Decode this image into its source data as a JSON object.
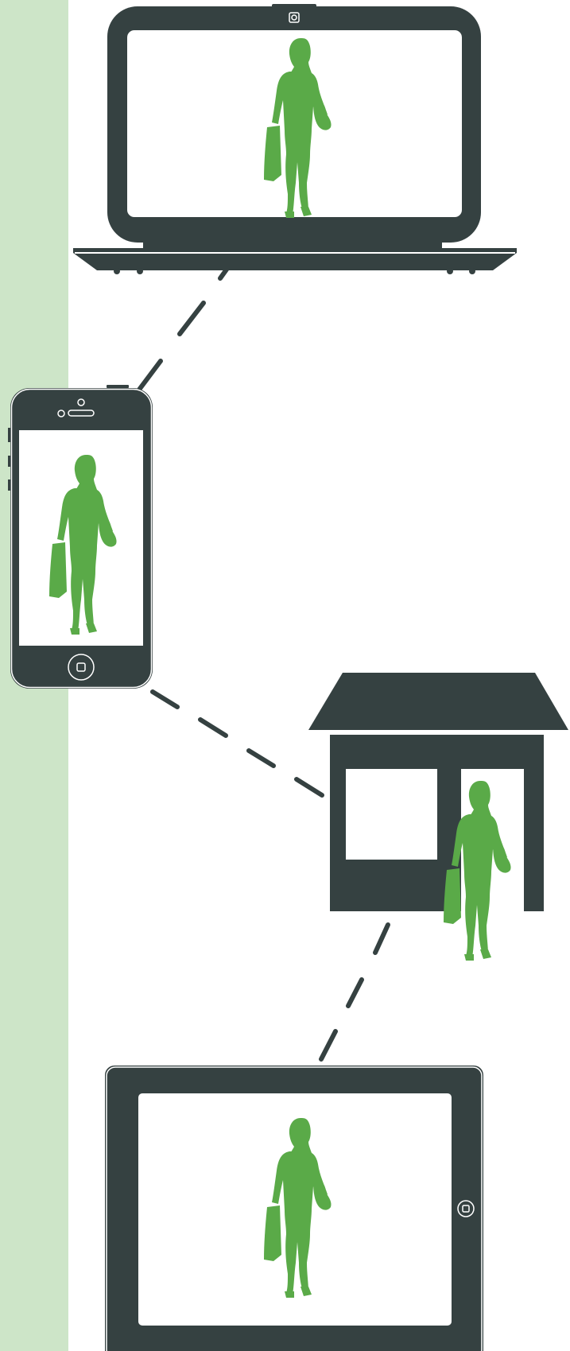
{
  "diagram": {
    "description_visible_text": "",
    "colors": {
      "device_dark": "#354141",
      "accent_green": "#5aaa48",
      "left_band": "#cde5c8",
      "screen_bg": "#ffffff"
    },
    "nodes": [
      {
        "id": "laptop",
        "icon": "laptop-icon",
        "content_icon": "shopper-silhouette-icon"
      },
      {
        "id": "smartphone",
        "icon": "smartphone-icon",
        "content_icon": "shopper-silhouette-icon"
      },
      {
        "id": "store",
        "icon": "storefront-icon",
        "content_icon": "shopper-silhouette-icon"
      },
      {
        "id": "tablet",
        "icon": "tablet-icon",
        "content_icon": "shopper-silhouette-icon"
      }
    ],
    "connections": [
      {
        "from": "laptop",
        "to": "smartphone",
        "style": "dashed"
      },
      {
        "from": "smartphone",
        "to": "store",
        "style": "dashed"
      },
      {
        "from": "store",
        "to": "tablet",
        "style": "dashed"
      }
    ]
  }
}
